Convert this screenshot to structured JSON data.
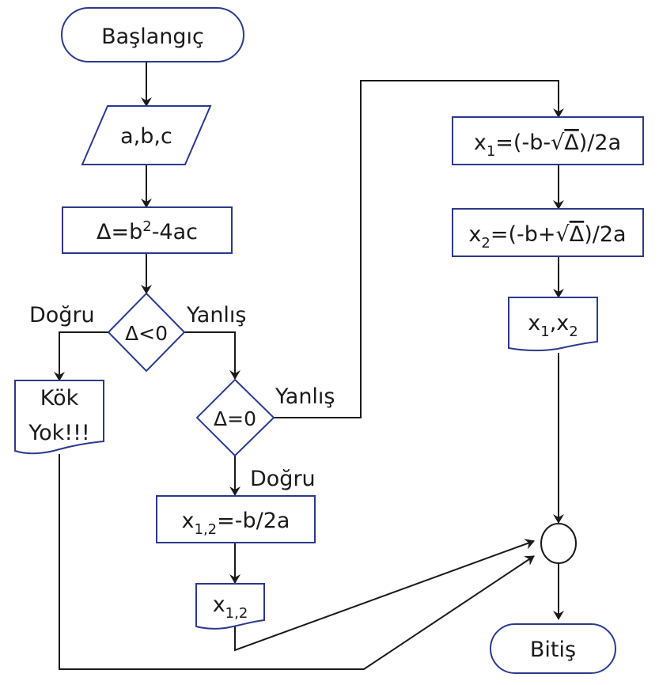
{
  "diagram": {
    "type": "flowchart",
    "title": "Quadratic equation roots flowchart",
    "colors": {
      "shape_border": "#2b3a8c",
      "connector": "#1a1a1a"
    },
    "nodes": {
      "start": {
        "kind": "terminator",
        "text": "Başlangıç"
      },
      "input": {
        "kind": "input",
        "text": "a,b,c"
      },
      "discriminant": {
        "kind": "process",
        "text_main": "Δ=b",
        "text_sup": "2",
        "text_rest": "-4ac"
      },
      "decision_neg": {
        "kind": "decision",
        "text": "Δ<0"
      },
      "no_root": {
        "kind": "document",
        "line1": "Kök",
        "line2": "Yok!!!"
      },
      "decision_zero": {
        "kind": "decision",
        "text": "Δ=0"
      },
      "double_root": {
        "kind": "process",
        "text_x": "x",
        "text_sub": "1,2",
        "text_rest": "=-b/2a"
      },
      "output_double": {
        "kind": "document",
        "text_x": "x",
        "text_sub": "1,2"
      },
      "root1": {
        "kind": "process",
        "text_x": "x",
        "text_sub": "1",
        "text_pre": "=(-b-",
        "text_delta": "Δ",
        "text_post": ")/2a"
      },
      "root2": {
        "kind": "process",
        "text_x": "x",
        "text_sub": "2",
        "text_pre": "=(-b+",
        "text_delta": "Δ",
        "text_post": ")/2a"
      },
      "output_two": {
        "kind": "document",
        "text_x1": "x",
        "text_sub1": "1",
        "text_sep": ",",
        "text_x2": "x",
        "text_sub2": "2"
      },
      "connector": {
        "kind": "connector"
      },
      "end": {
        "kind": "terminator",
        "text": "Bitiş"
      }
    },
    "edge_labels": {
      "neg_true": "Doğru",
      "neg_false": "Yanlış",
      "zero_false": "Yanlış",
      "zero_true": "Doğru"
    },
    "edges": [
      [
        "start",
        "input"
      ],
      [
        "input",
        "discriminant"
      ],
      [
        "discriminant",
        "decision_neg"
      ],
      [
        "decision_neg",
        "no_root",
        "Doğru"
      ],
      [
        "decision_neg",
        "decision_zero",
        "Yanlış"
      ],
      [
        "decision_zero",
        "root1",
        "Yanlış"
      ],
      [
        "decision_zero",
        "double_root",
        "Doğru"
      ],
      [
        "double_root",
        "output_double"
      ],
      [
        "root1",
        "root2"
      ],
      [
        "root2",
        "output_two"
      ],
      [
        "output_two",
        "connector"
      ],
      [
        "output_double",
        "connector"
      ],
      [
        "no_root",
        "connector"
      ],
      [
        "connector",
        "end"
      ]
    ]
  }
}
